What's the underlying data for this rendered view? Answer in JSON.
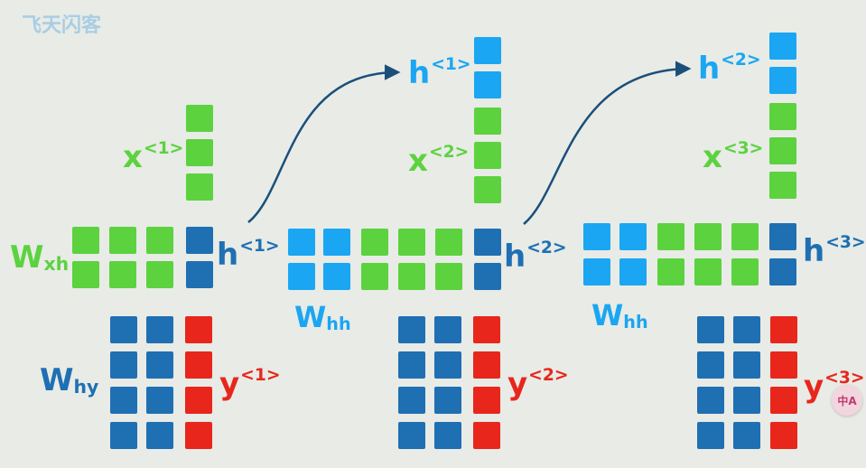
{
  "watermark": "飞天闪客",
  "colors": {
    "green": "#5cd23f",
    "light_blue": "#1aa6f2",
    "dark_blue": "#1f6fb3",
    "red": "#e8261c",
    "arrow": "#1b4f7a",
    "watermark": "#a9cde3",
    "side_button_text": "#c23b6b"
  },
  "labels": {
    "wxh": {
      "main": "W",
      "sub": "xh"
    },
    "whh_1": {
      "main": "W",
      "sub": "hh"
    },
    "whh_2": {
      "main": "W",
      "sub": "hh"
    },
    "why": {
      "main": "W",
      "sub": "hy"
    },
    "x1": {
      "main": "x",
      "sup": "<1>"
    },
    "x2": {
      "main": "x",
      "sup": "<2>"
    },
    "x3": {
      "main": "x",
      "sup": "<3>"
    },
    "h1_right": {
      "main": "h",
      "sup": "<1>"
    },
    "h2_right": {
      "main": "h",
      "sup": "<2>"
    },
    "h3_right": {
      "main": "h",
      "sup": "<3>"
    },
    "h1_top": {
      "main": "h",
      "sup": "<1>"
    },
    "h2_top": {
      "main": "h",
      "sup": "<2>"
    },
    "y1": {
      "main": "y",
      "sup": "<1>"
    },
    "y2": {
      "main": "y",
      "sup": "<2>"
    },
    "y3": {
      "main": "y",
      "sup": "<3>"
    }
  },
  "side_button": {
    "icon": "translate-icon",
    "text": "中A"
  }
}
